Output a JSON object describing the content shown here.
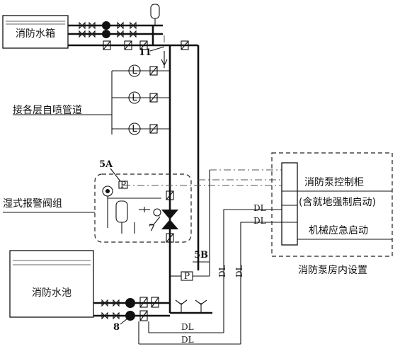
{
  "labels": {
    "water_tank": "消防水箱",
    "sprinkler_floors": "接各层自喷管道",
    "alarm_valve_group": "湿式报警阀组",
    "water_pool": "消防水池",
    "pump_room_settings": "消防泵房内设置",
    "control_cabinet": "消防泵控制柜",
    "local_forced_start": "(含就地强制启动)",
    "mechanical_emergency_start": "机械应急启动"
  },
  "markers": {
    "n11": "11",
    "n5a": "5A",
    "n5b": "5B",
    "n7": "7",
    "n8": "8"
  },
  "signal_lines": {
    "dl": "DL",
    "p": "P"
  },
  "icons": [
    "valve-icon",
    "check-valve-icon",
    "pump-icon",
    "flow-indicator-icon",
    "pressure-switch-icon",
    "alarm-bell-icon",
    "air-tank-icon"
  ]
}
